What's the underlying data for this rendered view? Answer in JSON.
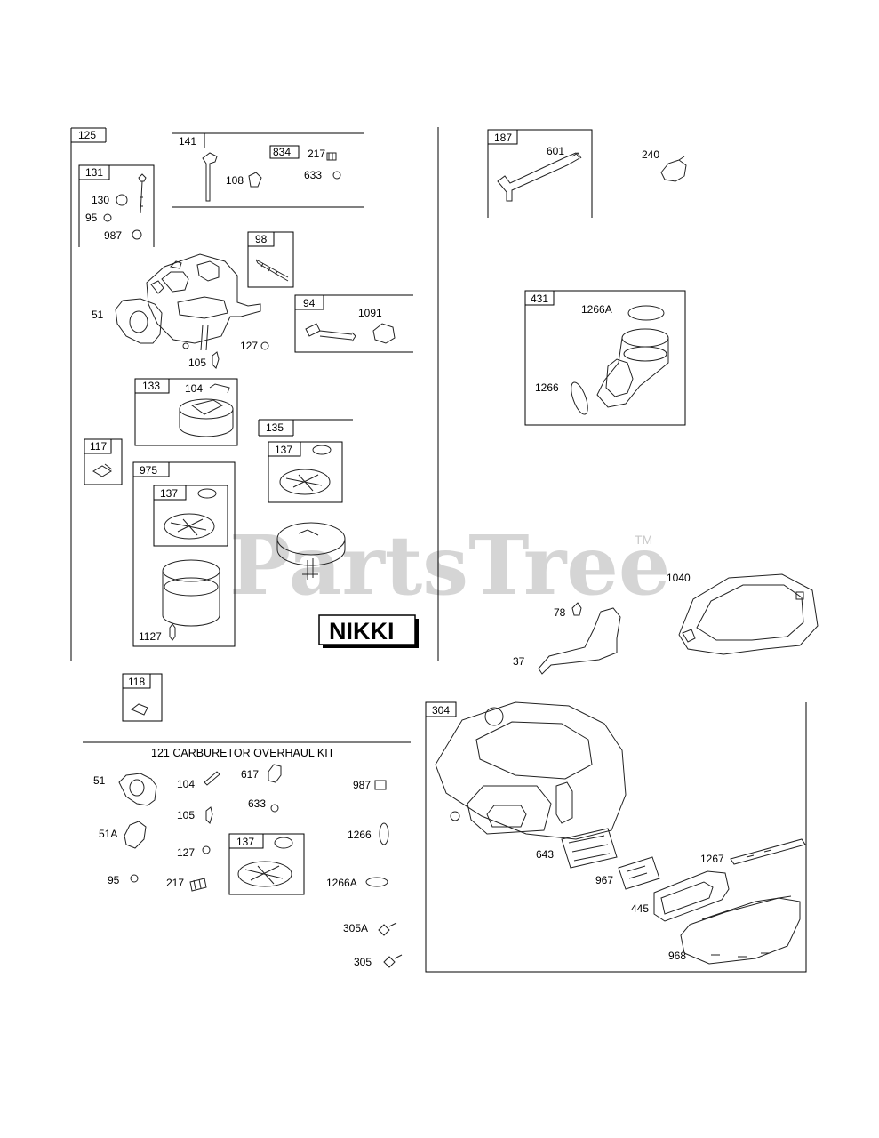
{
  "watermark": {
    "text": "PartsTree",
    "tm": "TM"
  },
  "logo": {
    "nikki": "NIKKI"
  },
  "kit_title": "121 CARBURETOR OVERHAUL KIT",
  "labels": {
    "l125": "125",
    "l131": "131",
    "l130": "130",
    "l95a": "95",
    "l987a": "987",
    "l141": "141",
    "l108": "108",
    "l834": "834",
    "l217a": "217",
    "l633a": "633",
    "l98": "98",
    "l51a": "51",
    "l94": "94",
    "l1091": "1091",
    "l127a": "127",
    "l105a": "105",
    "l133": "133",
    "l104a": "104",
    "l117": "117",
    "l135": "135",
    "l137a": "137",
    "l975": "975",
    "l137b": "137",
    "l1127": "1127",
    "l187": "187",
    "l601": "601",
    "l240": "240",
    "l431": "431",
    "l1266Aa": "1266A",
    "l1266a": "1266",
    "l1040": "1040",
    "l78": "78",
    "l37": "37",
    "l118": "118",
    "l51b": "51",
    "l104b": "104",
    "l617": "617",
    "l987b": "987",
    "l633b": "633",
    "l105b": "105",
    "l51A": "51A",
    "l1266b": "1266",
    "l137c": "137",
    "l127b": "127",
    "l95b": "95",
    "l217b": "217",
    "l1266Ab": "1266A",
    "l305A": "305A",
    "l305": "305",
    "l304": "304",
    "l643": "643",
    "l1267": "1267",
    "l967": "967",
    "l445": "445",
    "l968": "968"
  }
}
